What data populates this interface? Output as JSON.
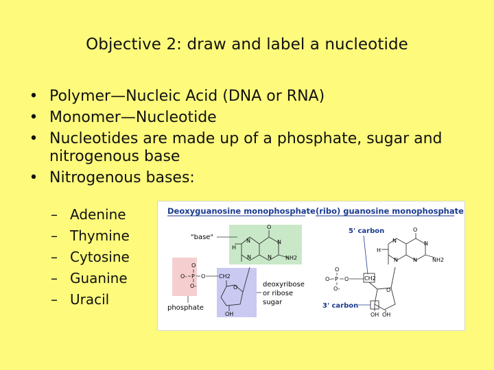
{
  "title": "Objective 2: draw and label a nucleotide",
  "bullets": [
    "Polymer—Nucleic Acid (DNA or RNA)",
    "Monomer—Nucleotide",
    "Nucleotides are made up of a phosphate, sugar and nitrogenous base",
    "Nitrogenous bases:"
  ],
  "bullet_marker": "•",
  "sub_marker": "–",
  "bases": [
    "Adenine",
    "Thymine",
    "Cytosine",
    "Guanine",
    "Uracil"
  ],
  "figure": {
    "left_title": "Deoxyguanosine monophosphate",
    "right_title": "(ribo) guanosine monophosphate",
    "label_base": "\"base\"",
    "label_phosphate": "phosphate",
    "label_sugar_1": "deoxyribose",
    "label_sugar_2": "or ribose",
    "label_sugar_3": "sugar",
    "label_5carbon": "5' carbon",
    "label_3carbon": "3' carbon",
    "atom_O": "O",
    "atom_N": "N",
    "atom_H": "H",
    "atom_P": "P",
    "atom_NH2": "NH2",
    "atom_OH": "OH",
    "atom_Ominus": "O-",
    "atom_CH2": "CH2",
    "phosphate_row": "O- P O",
    "colors": {
      "base_box": "#c9e8c8",
      "phosphate_box": "#f5cfcf",
      "sugar_box": "#c9c9f2",
      "label_blue": "#1a3a8f"
    }
  }
}
